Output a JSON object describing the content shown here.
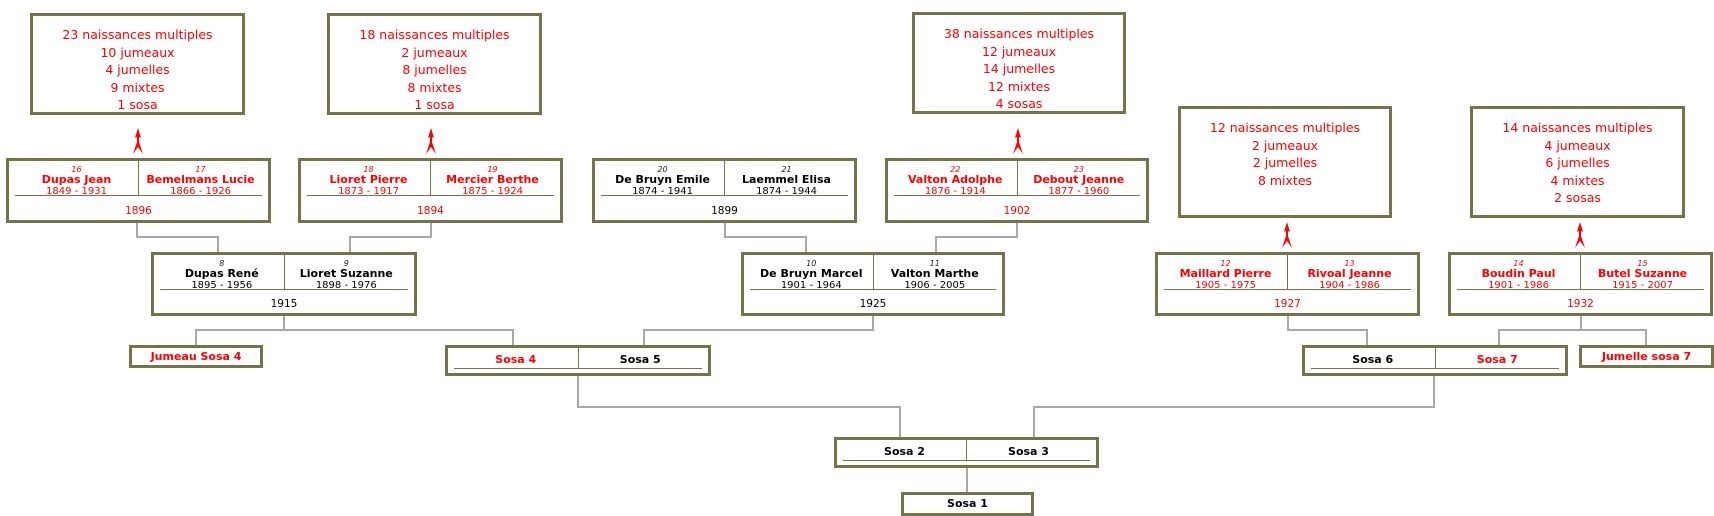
{
  "stats": [
    {
      "lines": [
        "23 naissances multiples",
        "10 jumeaux",
        "4 jumelles",
        "9 mixtes",
        "1 sosa"
      ]
    },
    {
      "lines": [
        "18 naissances multiples",
        "2 jumeaux",
        "8 jumelles",
        "8 mixtes",
        "1 sosa"
      ]
    },
    {
      "lines": [
        "38 naissances multiples",
        "12 jumeaux",
        "14 jumelles",
        "12 mixtes",
        "4 sosas"
      ]
    },
    {
      "lines": [
        "12 naissances multiples",
        "2 jumeaux",
        "2 jumelles",
        "8 mixtes"
      ]
    },
    {
      "lines": [
        "14 naissances multiples",
        "4 jumeaux",
        "6 jumelles",
        "4 mixtes",
        "2 sosas"
      ]
    }
  ],
  "couples": [
    {
      "left": {
        "num": "16",
        "name": "Dupas Jean",
        "dates": "1849 - 1931",
        "highlight": true
      },
      "right": {
        "num": "17",
        "name": "Bemelmans Lucie",
        "dates": "1866 - 1926",
        "highlight": true
      },
      "marriage": "1896",
      "highlight": true
    },
    {
      "left": {
        "num": "18",
        "name": "Lioret Pierre",
        "dates": "1873 - 1917",
        "highlight": true
      },
      "right": {
        "num": "19",
        "name": "Mercier Berthe",
        "dates": "1875 - 1924",
        "highlight": true
      },
      "marriage": "1894",
      "highlight": true
    },
    {
      "left": {
        "num": "20",
        "name": "De Bruyn Emile",
        "dates": "1874 - 1941",
        "highlight": false
      },
      "right": {
        "num": "21",
        "name": "Laemmel Elisa",
        "dates": "1874 - 1944",
        "highlight": false
      },
      "marriage": "1899",
      "highlight": false
    },
    {
      "left": {
        "num": "22",
        "name": "Valton Adolphe",
        "dates": "1876 - 1914",
        "highlight": true
      },
      "right": {
        "num": "23",
        "name": "Debout Jeanne",
        "dates": "1877 - 1960",
        "highlight": true
      },
      "marriage": "1902",
      "highlight": true
    },
    {
      "left": {
        "num": "8",
        "name": "Dupas René",
        "dates": "1895 - 1956",
        "highlight": false
      },
      "right": {
        "num": "9",
        "name": "Lioret Suzanne",
        "dates": "1898 - 1976",
        "highlight": false
      },
      "marriage": "1915",
      "highlight": false
    },
    {
      "left": {
        "num": "10",
        "name": "De Bruyn Marcel",
        "dates": "1901 - 1964",
        "highlight": false
      },
      "right": {
        "num": "11",
        "name": "Valton Marthe",
        "dates": "1906 - 2005",
        "highlight": false
      },
      "marriage": "1925",
      "highlight": false
    },
    {
      "left": {
        "num": "12",
        "name": "Maillard Pierre",
        "dates": "1905 - 1975",
        "highlight": true
      },
      "right": {
        "num": "13",
        "name": "Rivoal Jeanne",
        "dates": "1904 - 1986",
        "highlight": true
      },
      "marriage": "1927",
      "highlight": true
    },
    {
      "left": {
        "num": "14",
        "name": "Boudin Paul",
        "dates": "1901 - 1986",
        "highlight": true
      },
      "right": {
        "num": "15",
        "name": "Butel Suzanne",
        "dates": "1915 - 2007",
        "highlight": true
      },
      "marriage": "1932",
      "highlight": true
    }
  ],
  "pairs": [
    {
      "left": {
        "label": "Sosa 4",
        "highlight": true
      },
      "right": {
        "label": "Sosa 5",
        "highlight": false
      }
    },
    {
      "left": {
        "label": "Sosa 6",
        "highlight": false
      },
      "right": {
        "label": "Sosa 7",
        "highlight": true
      }
    },
    {
      "left": {
        "label": "Sosa 2",
        "highlight": false
      },
      "right": {
        "label": "Sosa 3",
        "highlight": false
      }
    }
  ],
  "singles": [
    {
      "label": "Jumeau Sosa 4",
      "highlight": true
    },
    {
      "label": "Jumelle sosa 7",
      "highlight": true
    },
    {
      "label": "Sosa 1",
      "highlight": false
    }
  ],
  "colors": {
    "highlight": "#ff0000",
    "normal": "#000000",
    "border": "#74744a",
    "connector": "#a8a8a8"
  }
}
